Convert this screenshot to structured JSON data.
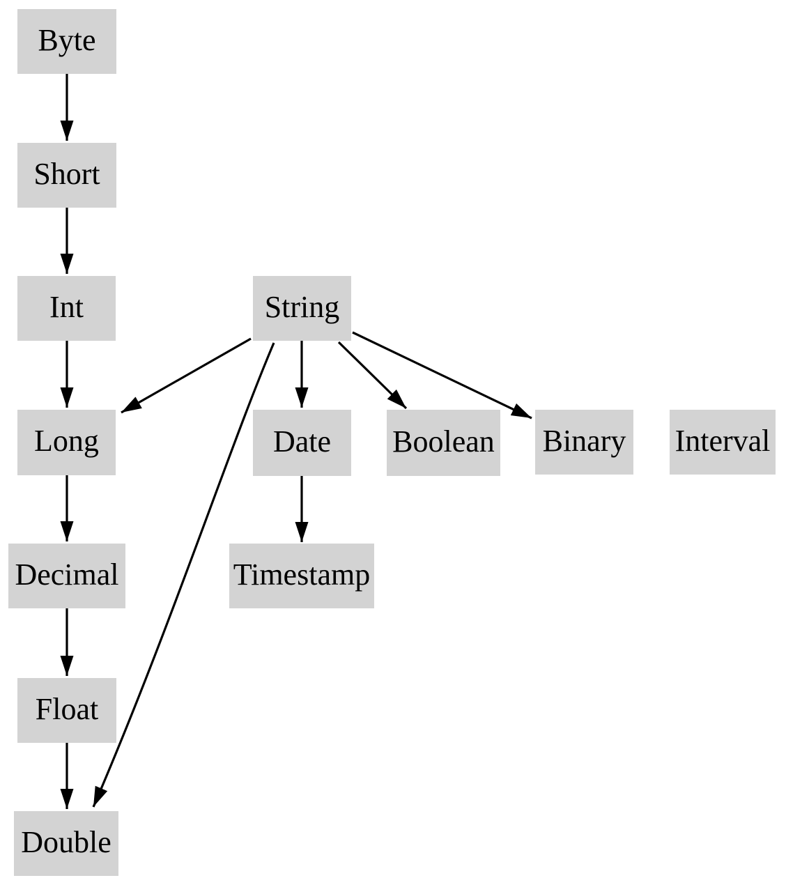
{
  "diagram": {
    "type": "directed-graph",
    "description": "Type promotion hierarchy diagram",
    "colors": {
      "node_fill": "#d3d3d3",
      "edge_stroke": "#000000",
      "text": "#000000",
      "background": "#ffffff"
    },
    "nodes": {
      "byte": {
        "label": "Byte"
      },
      "short": {
        "label": "Short"
      },
      "int": {
        "label": "Int"
      },
      "long": {
        "label": "Long"
      },
      "decimal": {
        "label": "Decimal"
      },
      "float": {
        "label": "Float"
      },
      "double": {
        "label": "Double"
      },
      "string": {
        "label": "String"
      },
      "date": {
        "label": "Date"
      },
      "timestamp": {
        "label": "Timestamp"
      },
      "boolean": {
        "label": "Boolean"
      },
      "binary": {
        "label": "Binary"
      },
      "interval": {
        "label": "Interval"
      }
    },
    "edges": [
      {
        "from": "Byte",
        "to": "Short"
      },
      {
        "from": "Short",
        "to": "Int"
      },
      {
        "from": "Int",
        "to": "Long"
      },
      {
        "from": "Long",
        "to": "Decimal"
      },
      {
        "from": "Decimal",
        "to": "Float"
      },
      {
        "from": "Float",
        "to": "Double"
      },
      {
        "from": "String",
        "to": "Long"
      },
      {
        "from": "String",
        "to": "Date"
      },
      {
        "from": "String",
        "to": "Boolean"
      },
      {
        "from": "String",
        "to": "Binary"
      },
      {
        "from": "String",
        "to": "Double"
      },
      {
        "from": "Date",
        "to": "Timestamp"
      }
    ]
  }
}
